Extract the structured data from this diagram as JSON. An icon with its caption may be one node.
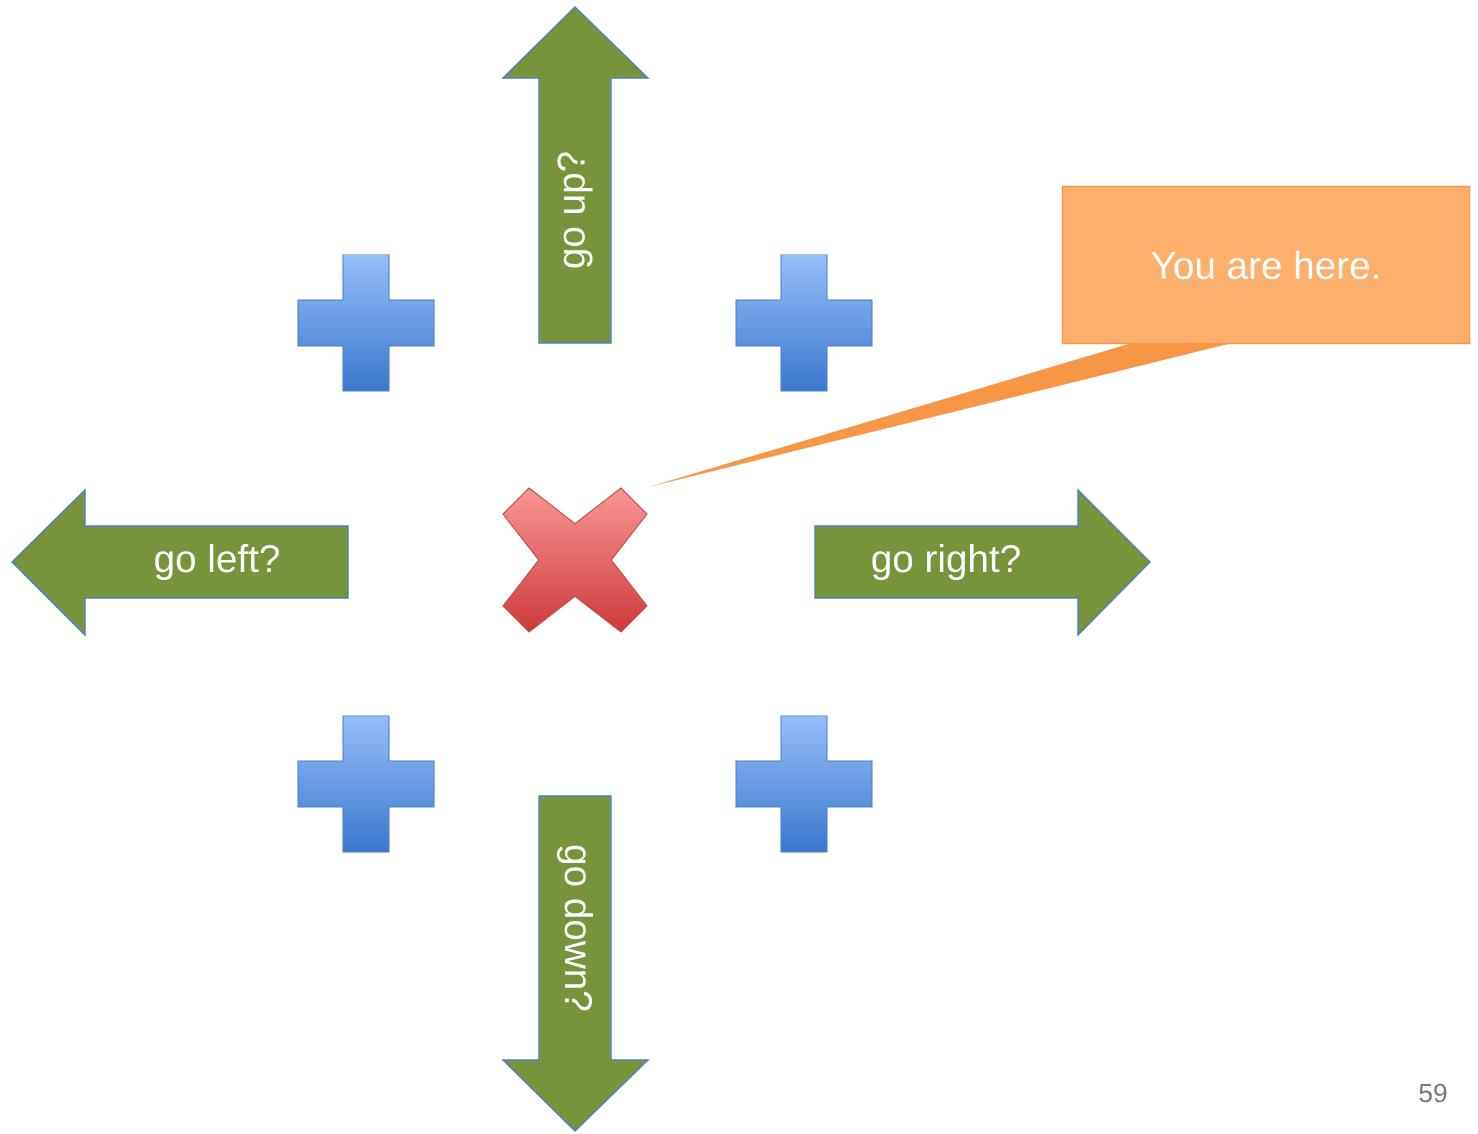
{
  "diagram": {
    "nodes": [
      {
        "text": [
          "go up?"
        ]
      },
      {
        "text": [
          "You are here."
        ]
      },
      {
        "text": [
          "go left?"
        ]
      },
      {
        "text": [],
        "shape": "cross"
      },
      {
        "text": [
          "go right?"
        ]
      },
      {
        "text": [
          "go down?"
        ]
      }
    ],
    "edges": [
      {
        "from": 1,
        "to": 3,
        "arrow": "none"
      }
    ],
    "labels": [
      "59"
    ]
  }
}
